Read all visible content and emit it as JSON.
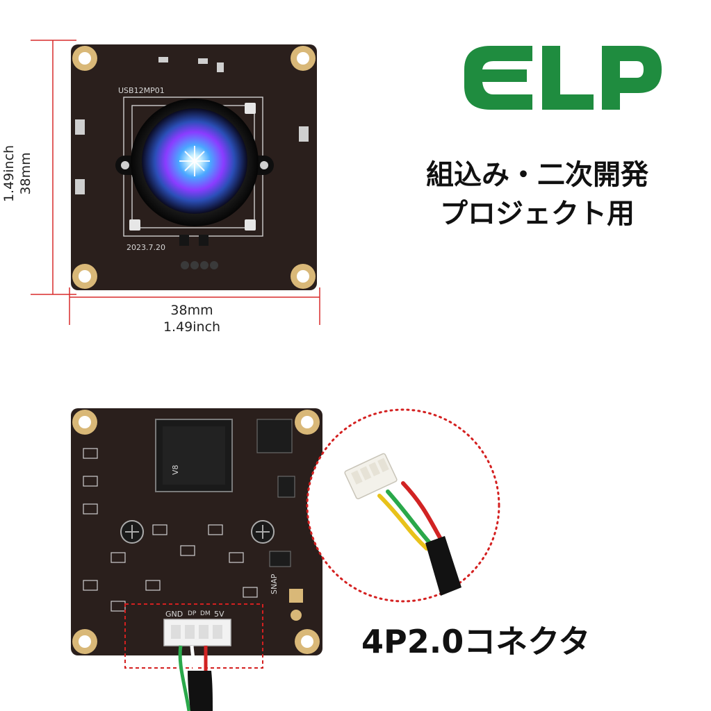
{
  "logo": {
    "text": "ELP",
    "color": "#1f8c3f"
  },
  "headline": {
    "line1": "組込み・二次開発",
    "line2": "プロジェクト用"
  },
  "dimensions": {
    "height_mm": "38mm",
    "height_inch": "1.49inch",
    "width_mm": "38mm",
    "width_inch": "1.49inch",
    "line_color": "#d92b2b"
  },
  "board_front": {
    "model": "USB12MP01",
    "date": "2023.7.20"
  },
  "board_back": {
    "chip": "V8",
    "pin_labels": [
      "GND",
      "DP",
      "DM",
      "5V"
    ],
    "snap_label": "SNAP"
  },
  "connector": {
    "label": "4P2.0コネクタ"
  },
  "colors": {
    "pcb": "#2a1f1c",
    "pad_gold": "#d9b878",
    "highlight_red": "#d42020"
  }
}
